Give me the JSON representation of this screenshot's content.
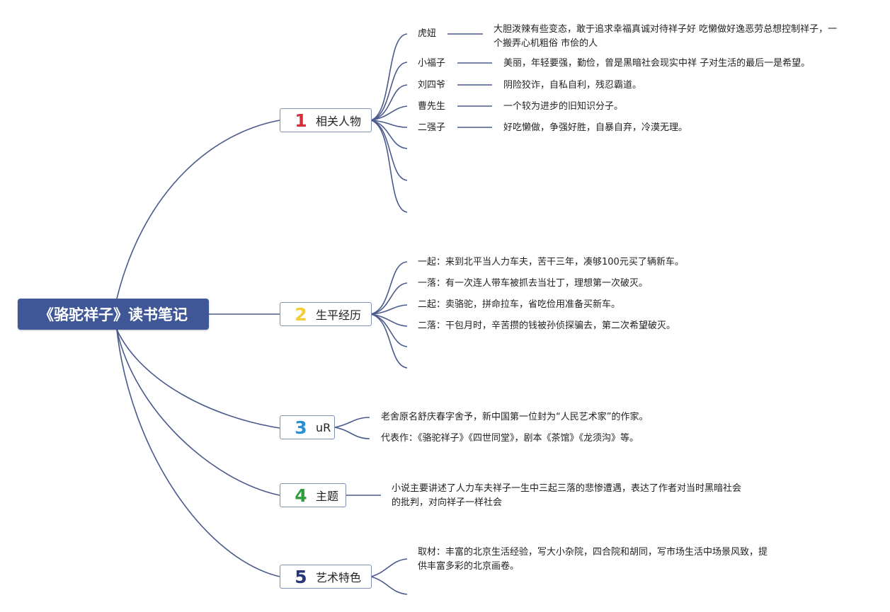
{
  "root": {
    "title": "《骆驼祥子》读书笔记"
  },
  "branches": [
    {
      "number": "1",
      "color": "#d62f3a",
      "label": "相关人物"
    },
    {
      "number": "2",
      "color": "#f2cc3a",
      "label": "生平经历"
    },
    {
      "number": "3",
      "color": "#2b8fd6",
      "label": "uR"
    },
    {
      "number": "4",
      "color": "#2e9e3a",
      "label": "主题"
    },
    {
      "number": "5",
      "color": "#27357a",
      "label": "艺术特色"
    }
  ],
  "characters": [
    {
      "name": "虎妞",
      "description": "大胆泼辣有些变态，敢于追求幸福真诚对待祥子好 吃懒做好逸恶劳总想控制祥子，一个搬弄心机粗俗 市侩的人"
    },
    {
      "name": "小福子",
      "description": "美丽，年轻要强，勤俭，曾是黑暗社会现实中祥 子对生活的最后一是希望。"
    },
    {
      "name": "刘四爷",
      "description": "阴险狡诈，自私自利，残忍霸道。"
    },
    {
      "name": "曹先生",
      "description": "一个较为进步的旧知识分子。"
    },
    {
      "name": "二强子",
      "description": "好吃懒做，争强好胜，自暴自弃，冷漠无理。"
    }
  ],
  "life_events": [
    "一起：来到北平当人力车夫，苦干三年，凑够100元买了辆新车。",
    "一落：有一次连人带车被抓去当壮丁，理想第一次破灭。",
    "二起：卖骆驼，拼命拉车，省吃俭用准备买新车。",
    "二落：干包月时，辛苦攒的钱被孙侦探骗去，第二次希望破灭。"
  ],
  "author": [
    "老舍原名舒庆春字舍予，新中国第一位封为“人民艺术家”的作家。",
    "代表作：《骆驼祥子》《四世同堂》，剧本《茶馆》《龙须沟》等。"
  ],
  "theme": "小说主要讲述了人力车夫祥子一生中三起三落的悲惨遭遇，表达了作者对当时黑暗社会的批判，对向祥子一样社会",
  "art_features": [
    "取材：丰富的北京生活经验，写大小杂院，四合院和胡同，写市场生活中场景风致，提供丰富多彩的北京画卷。"
  ]
}
